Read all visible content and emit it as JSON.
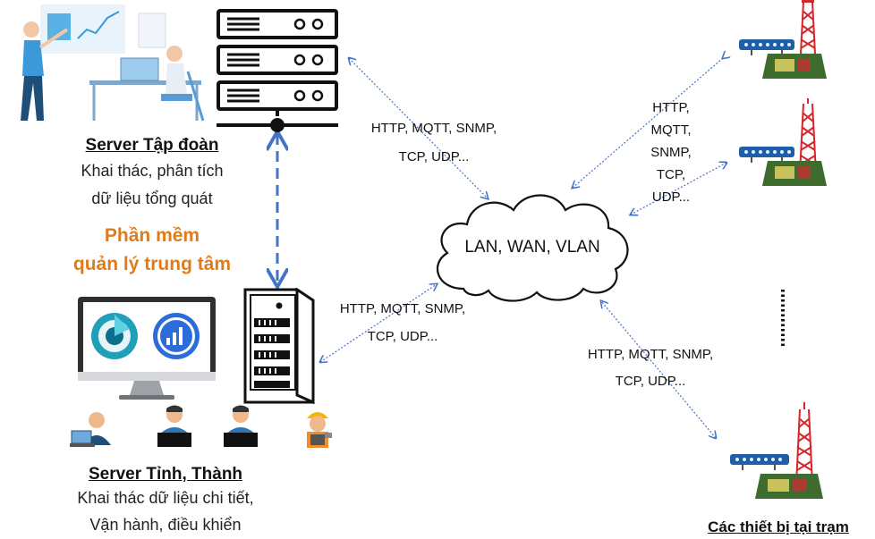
{
  "cloud": {
    "label": "LAN, WAN, VLAN"
  },
  "hq_server": {
    "title": "Server Tập đoàn",
    "desc_line1": "Khai thác, phân tích",
    "desc_line2": "dữ liệu tổng quát"
  },
  "software": {
    "line1": "Phần mềm",
    "line2": "quản lý trung tâm"
  },
  "province_server": {
    "title": "Server Tỉnh, Thành",
    "desc_line1": "Khai thác dữ liệu chi tiết,",
    "desc_line2": "Vận hành, điều khiển"
  },
  "station": {
    "title": "Các thiết bị tại trạm"
  },
  "protocols": {
    "top_left": {
      "line1": "HTTP, MQTT, SNMP,",
      "line2": "TCP, UDP..."
    },
    "mid_left": {
      "line1": "HTTP, MQTT, SNMP,",
      "line2": "TCP, UDP..."
    },
    "right_stack": [
      "HTTP,",
      "MQTT,",
      "SNMP,",
      "TCP,",
      "UDP..."
    ],
    "bottom_right": {
      "line1": "HTTP, MQTT, SNMP,",
      "line2": "TCP, UDP..."
    }
  },
  "colors": {
    "arrow_blue": "#4472c4",
    "orange": "#e07b1a",
    "server_dark": "#111111",
    "tower_red": "#d7262b"
  }
}
